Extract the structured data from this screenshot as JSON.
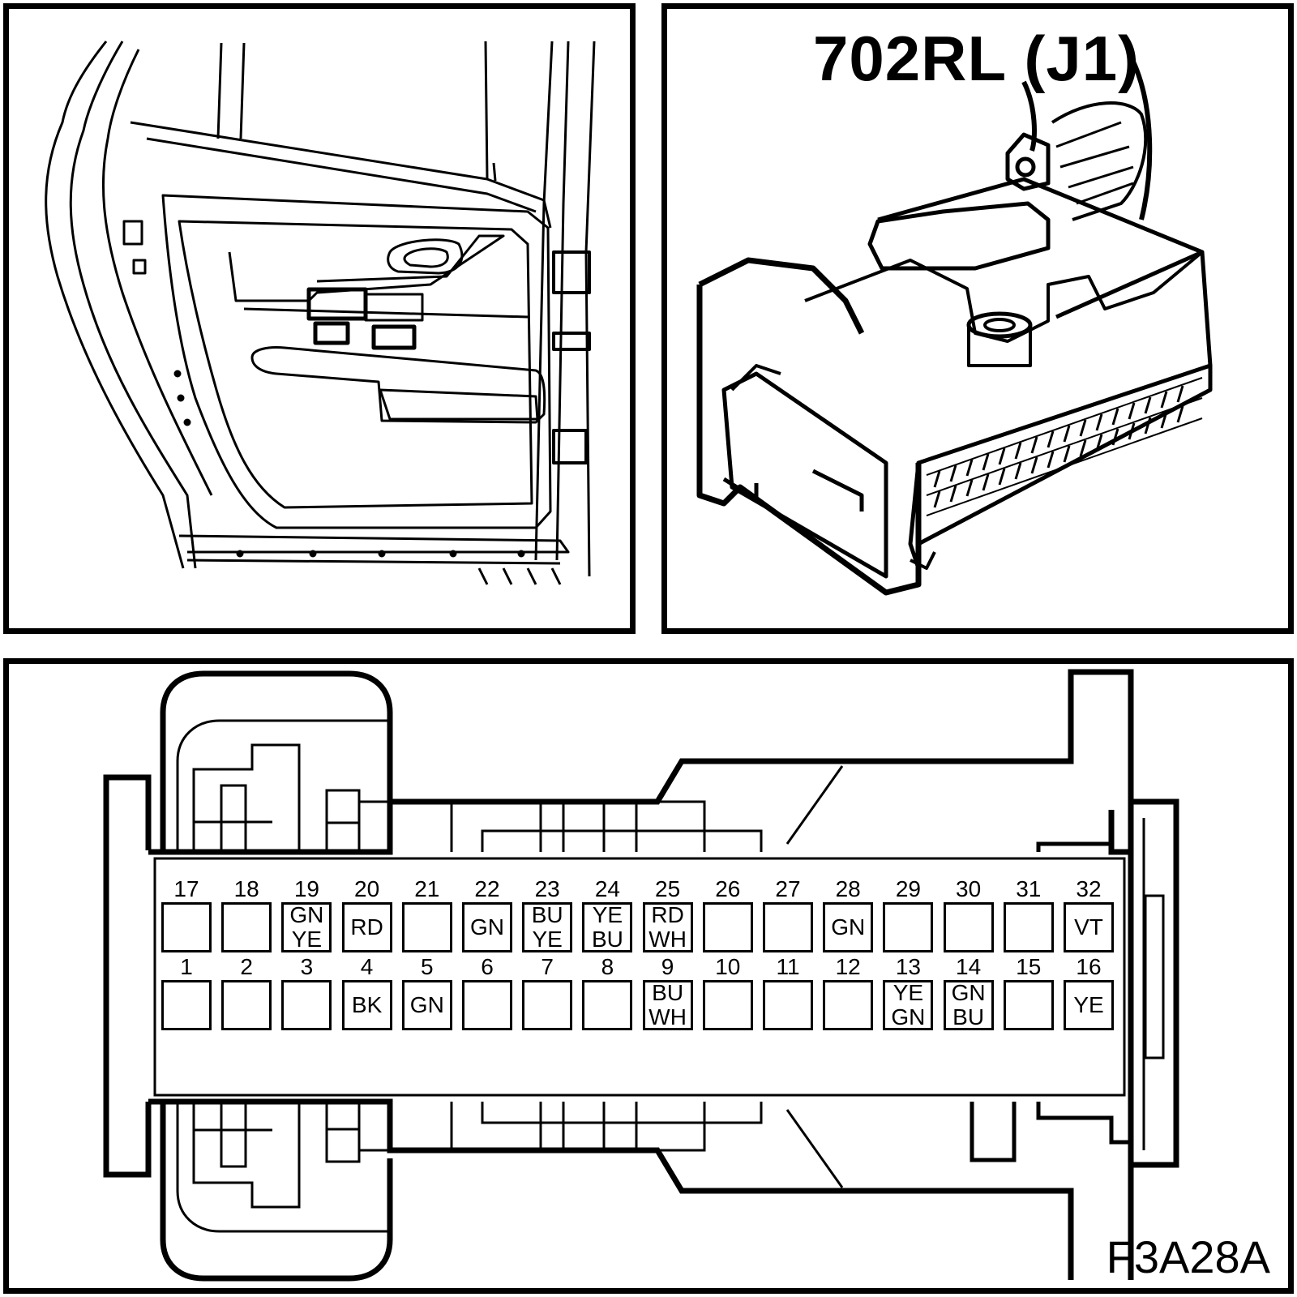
{
  "connector": {
    "title": "702RL (J1)",
    "figure_code": "F3A28A"
  },
  "pins_top": [
    {
      "num": "17",
      "color1": "",
      "color2": ""
    },
    {
      "num": "18",
      "color1": "",
      "color2": ""
    },
    {
      "num": "19",
      "color1": "GN",
      "color2": "YE"
    },
    {
      "num": "20",
      "color1": "RD",
      "color2": ""
    },
    {
      "num": "21",
      "color1": "",
      "color2": ""
    },
    {
      "num": "22",
      "color1": "GN",
      "color2": ""
    },
    {
      "num": "23",
      "color1": "BU",
      "color2": "YE"
    },
    {
      "num": "24",
      "color1": "YE",
      "color2": "BU"
    },
    {
      "num": "25",
      "color1": "RD",
      "color2": "WH"
    },
    {
      "num": "26",
      "color1": "",
      "color2": ""
    },
    {
      "num": "27",
      "color1": "",
      "color2": ""
    },
    {
      "num": "28",
      "color1": "GN",
      "color2": ""
    },
    {
      "num": "29",
      "color1": "",
      "color2": ""
    },
    {
      "num": "30",
      "color1": "",
      "color2": ""
    },
    {
      "num": "31",
      "color1": "",
      "color2": ""
    },
    {
      "num": "32",
      "color1": "VT",
      "color2": ""
    }
  ],
  "pins_bottom": [
    {
      "num": "1",
      "color1": "",
      "color2": ""
    },
    {
      "num": "2",
      "color1": "",
      "color2": ""
    },
    {
      "num": "3",
      "color1": "",
      "color2": ""
    },
    {
      "num": "4",
      "color1": "BK",
      "color2": ""
    },
    {
      "num": "5",
      "color1": "GN",
      "color2": ""
    },
    {
      "num": "6",
      "color1": "",
      "color2": ""
    },
    {
      "num": "7",
      "color1": "",
      "color2": ""
    },
    {
      "num": "8",
      "color1": "",
      "color2": ""
    },
    {
      "num": "9",
      "color1": "BU",
      "color2": "WH"
    },
    {
      "num": "10",
      "color1": "",
      "color2": ""
    },
    {
      "num": "11",
      "color1": "",
      "color2": ""
    },
    {
      "num": "12",
      "color1": "",
      "color2": ""
    },
    {
      "num": "13",
      "color1": "YE",
      "color2": "GN"
    },
    {
      "num": "14",
      "color1": "GN",
      "color2": "BU"
    },
    {
      "num": "15",
      "color1": "",
      "color2": ""
    },
    {
      "num": "16",
      "color1": "YE",
      "color2": ""
    }
  ]
}
